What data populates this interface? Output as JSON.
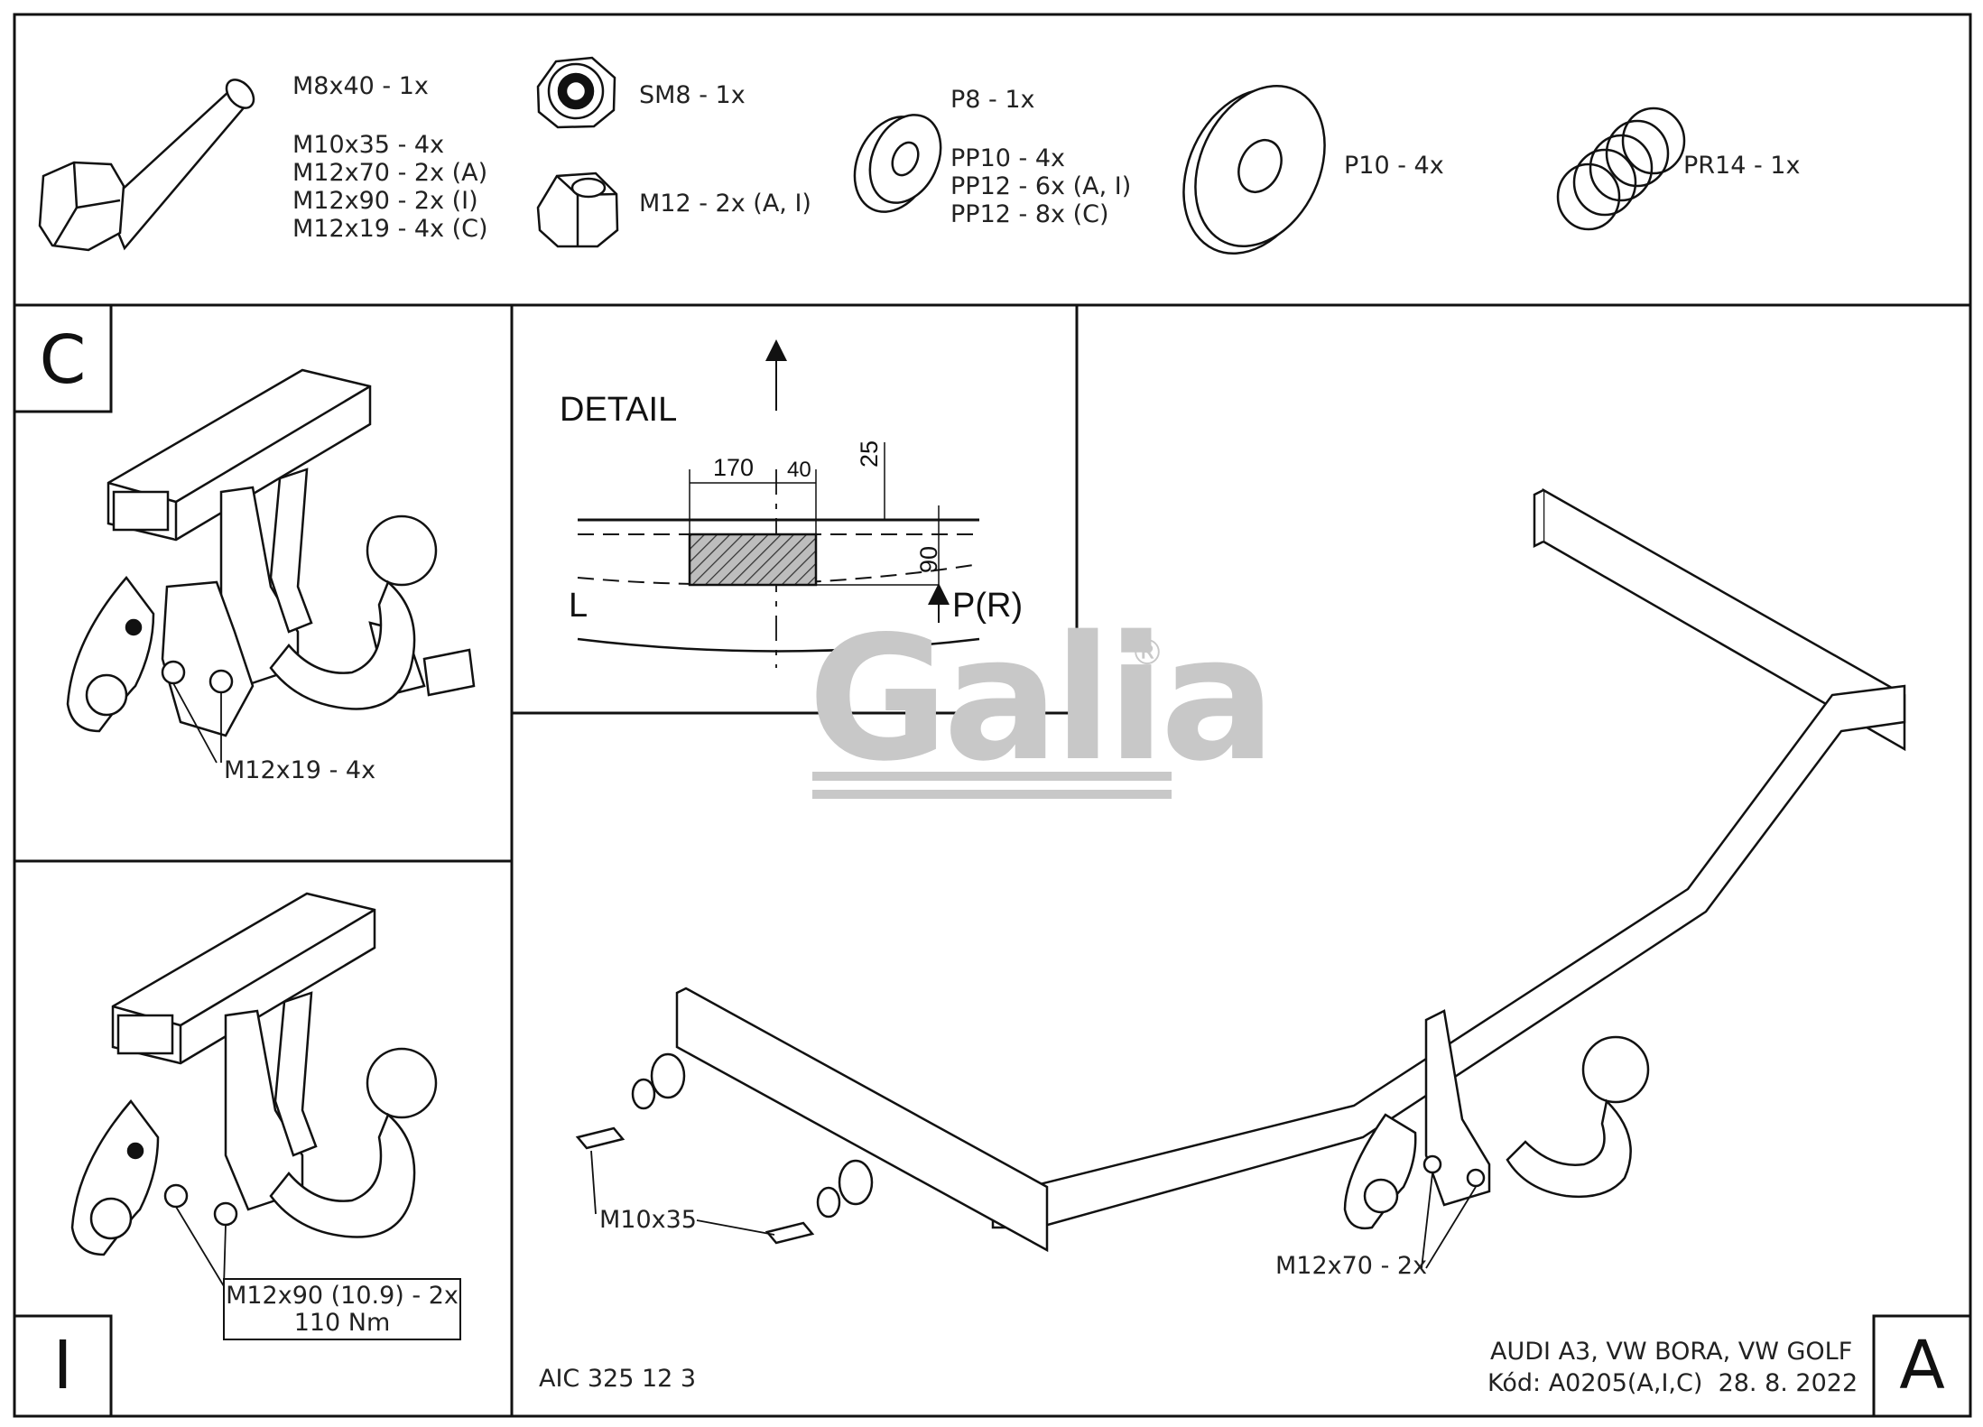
{
  "parts": {
    "bolts": [
      "M8x40 - 1x",
      "M10x35 - 4x",
      "M12x70 - 2x (A)",
      "M12x90 - 2x (I)",
      "M12x19 - 4x (C)"
    ],
    "nut_sm8": "SM8 - 1x",
    "nut_m12": "M12 - 2x (A, I)",
    "washers_small": [
      "P8 - 1x",
      "PP10 - 4x",
      "PP12 - 6x (A, I)",
      "PP12 - 8x (C)"
    ],
    "washer_large": "P10 - 4x",
    "spring": "PR14 - 1x"
  },
  "panel_c": {
    "letter": "C",
    "callout": "M12x19 - 4x"
  },
  "panel_i": {
    "letter": "I",
    "callout_line1": "M12x90 (10.9) - 2x",
    "callout_line2": "110 Nm"
  },
  "detail": {
    "title": "DETAIL",
    "dim_170": "170",
    "dim_40": "40",
    "dim_25": "25",
    "dim_90": "90",
    "left": "L",
    "right": "P(R)"
  },
  "main": {
    "callout_bolt": "M10x35",
    "callout_ball": "M12x70 - 2x",
    "letter": "A"
  },
  "footer": {
    "code": "AIC 325 12 3",
    "vehicle": "AUDI A3, VW BORA, VW GOLF",
    "kod": "Kód: A0205(A,I,C)  28. 8. 2022"
  },
  "watermark": {
    "brand": "Galia",
    "reg": "®"
  }
}
